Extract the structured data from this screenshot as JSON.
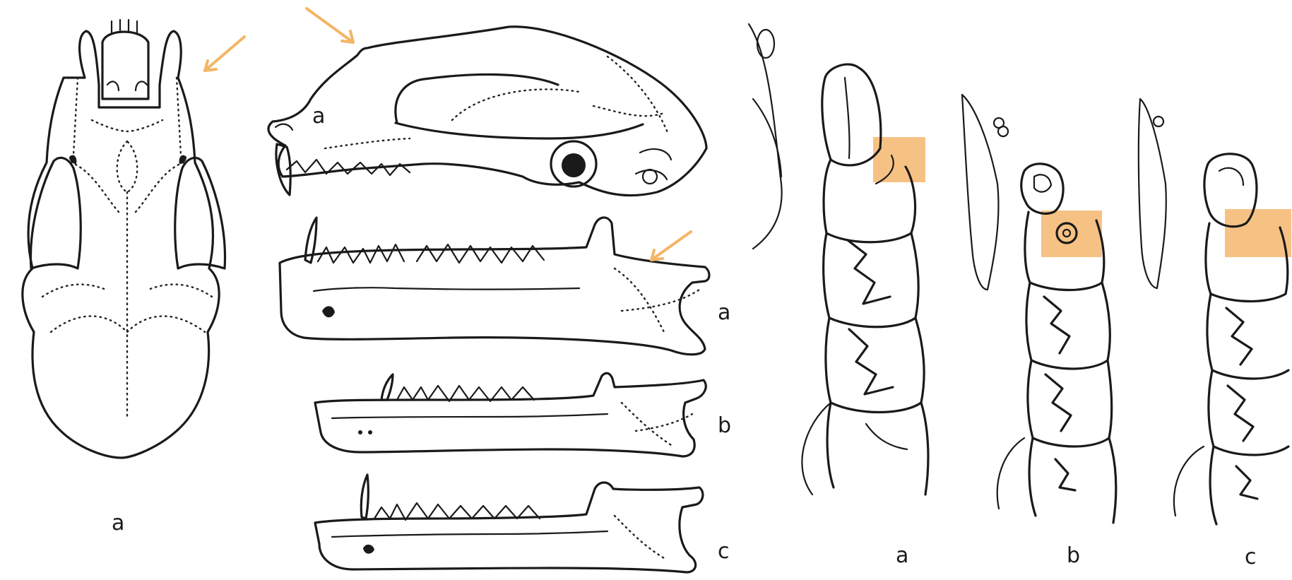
{
  "colors": {
    "arrow": "#f4b565",
    "highlight": "#f3aa55",
    "ink": "#1a1a1a"
  },
  "labels": {
    "skull_dorsal": "a",
    "skull_lateral": "a",
    "mandible_a": "a",
    "mandible_b": "b",
    "mandible_c": "c",
    "teeth_a": "a",
    "teeth_b": "b",
    "teeth_c": "c"
  }
}
